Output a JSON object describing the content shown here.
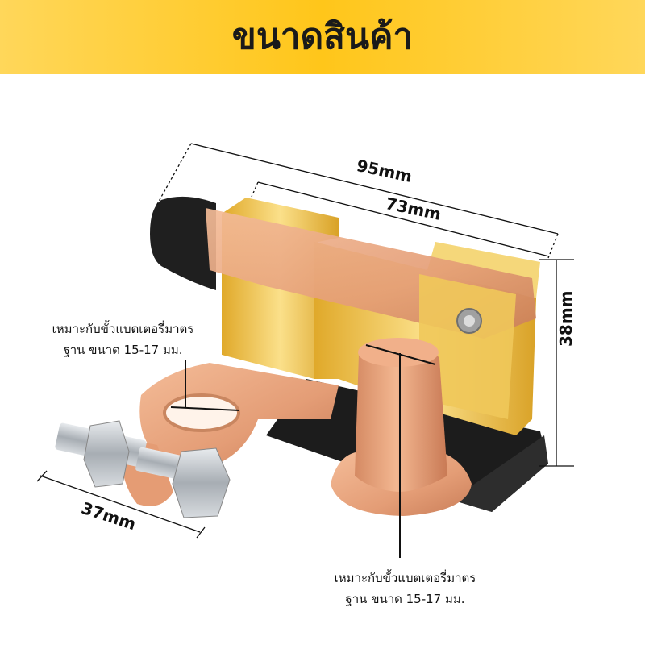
{
  "header": {
    "title": "ขนาดสินค้า"
  },
  "dimensions": {
    "overall_length": "95mm",
    "inner_length": "73mm",
    "height": "38mm",
    "width": "37mm"
  },
  "notes": {
    "left_line1": "เหมาะกับขั้วแบตเตอรี่มาตร",
    "left_line2": "ฐาน ขนาด 15-17 มม.",
    "bottom_line1": "เหมาะกับขั้วแบตเตอรี่มาตร",
    "bottom_line2": "ฐาน ขนาด 15-17 มม."
  },
  "colors": {
    "banner": "#ffc61a",
    "copper": "#e7a27c",
    "gold": "#f2c64a",
    "black": "#1c1c1c",
    "steel": "#b9bec4"
  }
}
